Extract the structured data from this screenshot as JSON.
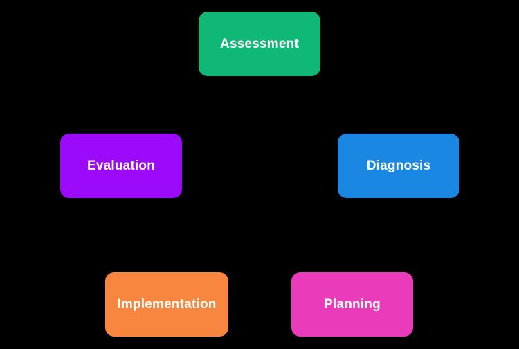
{
  "diagram": {
    "background_color": "#000000",
    "label_color": "#ffffff",
    "nodes": [
      {
        "label": "Assessment",
        "color": "#10B877"
      },
      {
        "label": "Diagnosis",
        "color": "#1A87E2"
      },
      {
        "label": "Planning",
        "color": "#EA3CBA"
      },
      {
        "label": "Implementation",
        "color": "#F9863F"
      },
      {
        "label": "Evaluation",
        "color": "#9B0AFA"
      }
    ]
  }
}
